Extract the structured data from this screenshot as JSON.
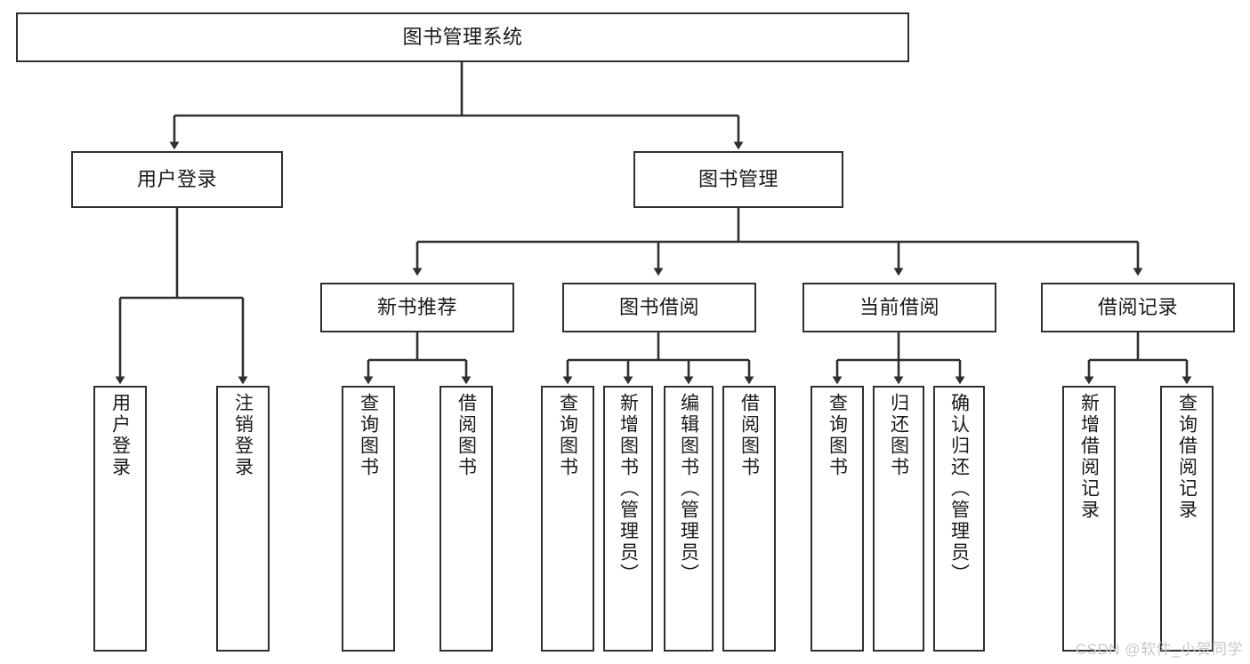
{
  "diagram": {
    "title": "图书管理系统",
    "type": "tree-hierarchy",
    "root": {
      "id": "root",
      "label": "图书管理系统"
    },
    "level1": [
      {
        "id": "user-login",
        "label": "用户登录"
      },
      {
        "id": "book-manage",
        "label": "图书管理"
      }
    ],
    "level2": [
      {
        "id": "new-book-rec",
        "label": "新书推荐",
        "parent": "book-manage"
      },
      {
        "id": "book-borrow",
        "label": "图书借阅",
        "parent": "book-manage"
      },
      {
        "id": "current-borrow",
        "label": "当前借阅",
        "parent": "book-manage"
      },
      {
        "id": "borrow-record",
        "label": "借阅记录",
        "parent": "book-manage"
      }
    ],
    "leaves": [
      {
        "id": "leaf-user-login",
        "label": "用户登录",
        "parent": "user-login"
      },
      {
        "id": "leaf-user-logout",
        "label": "注销登录",
        "parent": "user-login"
      },
      {
        "id": "leaf-rec-query-book",
        "label": "查询图书",
        "parent": "new-book-rec"
      },
      {
        "id": "leaf-rec-borrow-book",
        "label": "借阅图书",
        "parent": "new-book-rec"
      },
      {
        "id": "leaf-borrow-query-book",
        "label": "查询图书",
        "parent": "book-borrow"
      },
      {
        "id": "leaf-borrow-add-book",
        "label": "新增图书（管理员）",
        "parent": "book-borrow"
      },
      {
        "id": "leaf-borrow-edit-book",
        "label": "编辑图书（管理员）",
        "parent": "book-borrow"
      },
      {
        "id": "leaf-borrow-borrow-book",
        "label": "借阅图书",
        "parent": "book-borrow"
      },
      {
        "id": "leaf-cur-query-book",
        "label": "查询图书",
        "parent": "current-borrow"
      },
      {
        "id": "leaf-cur-return-book",
        "label": "归还图书",
        "parent": "current-borrow"
      },
      {
        "id": "leaf-cur-confirm-return",
        "label": "确认归还（管理员）",
        "parent": "current-borrow"
      },
      {
        "id": "leaf-rec-add-record",
        "label": "新增借阅记录",
        "parent": "borrow-record"
      },
      {
        "id": "leaf-rec-query-record",
        "label": "查询借阅记录",
        "parent": "borrow-record"
      }
    ]
  },
  "watermark": "CSDN @软件_小贺同学",
  "colors": {
    "stroke": "#2f2f2f",
    "background": "#ffffff",
    "text": "#1a1a1a",
    "watermark": "#c9c9c9"
  }
}
